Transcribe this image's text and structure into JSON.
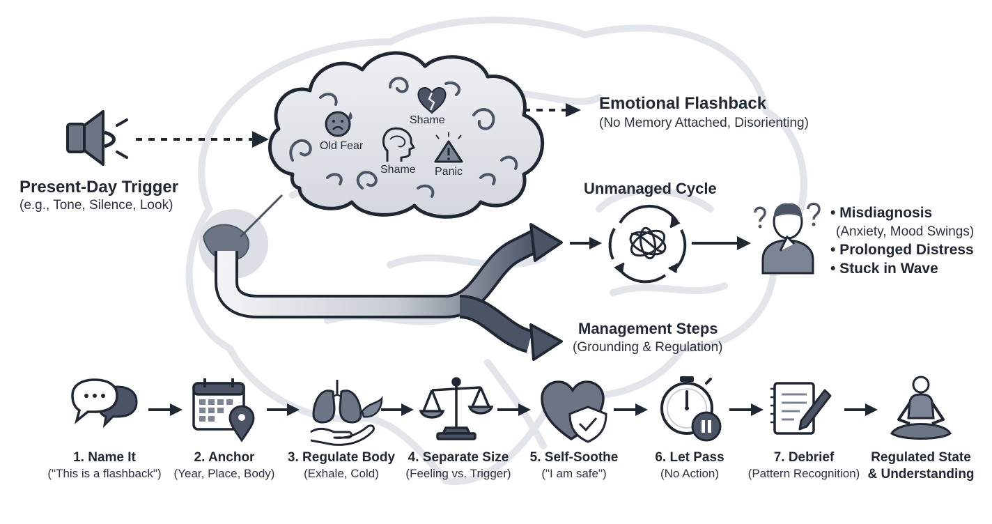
{
  "trigger": {
    "title": "Present-Day Trigger",
    "subtitle": "(e.g., Tone, Silence, Look)",
    "icon": "speaker-icon"
  },
  "cloud": {
    "labels": [
      "Old Fear",
      "Shame",
      "Shame",
      "Panic"
    ],
    "icons": [
      "sad-face-icon",
      "broken-heart-icon",
      "head-profile-icon",
      "warning-icon"
    ]
  },
  "flashback": {
    "title": "Emotional Flashback",
    "subtitle": "(No Memory Attached, Disorienting)"
  },
  "cycle": {
    "title": "Unmanaged Cycle",
    "icon": "tangled-cycle-icon",
    "person_icon": "confused-person-icon",
    "bullets": [
      {
        "text": "• Misdiagnosis",
        "sub": "(Anxiety, Mood Swings)"
      },
      {
        "text": "• Prolonged Distress",
        "sub": ""
      },
      {
        "text": "• Stuck in Wave",
        "sub": ""
      }
    ]
  },
  "management": {
    "title": "Management Steps",
    "subtitle": "(Grounding & Regulation)"
  },
  "steps": [
    {
      "title": "1. Name It",
      "sub": "(\"This is a flashback\")",
      "icon": "speech-bubbles-icon"
    },
    {
      "title": "2. Anchor",
      "sub": "(Year, Place, Body)",
      "icon": "calendar-location-icon"
    },
    {
      "title": "3. Regulate Body",
      "sub": "(Exhale, Cold)",
      "icon": "lungs-hand-icon"
    },
    {
      "title": "4. Separate Size",
      "sub": "(Feeling vs. Trigger)",
      "icon": "balance-scale-icon"
    },
    {
      "title": "5. Self-Soothe",
      "sub": "(\"I am safe\")",
      "icon": "heart-shield-icon"
    },
    {
      "title": "6. Let Pass",
      "sub": "(No Action)",
      "icon": "stopwatch-pause-icon"
    },
    {
      "title": "7. Debrief",
      "sub": "(Pattern Recognition)",
      "icon": "notepad-pen-icon"
    },
    {
      "title": "Regulated State",
      "sub": "& Understanding",
      "icon": "meditating-person-icon"
    }
  ],
  "colors": {
    "ink": "#1f2733",
    "slate": "#4d5868",
    "mid": "#7b8594",
    "light": "#c9ced6",
    "faint": "#e6e8ec"
  }
}
